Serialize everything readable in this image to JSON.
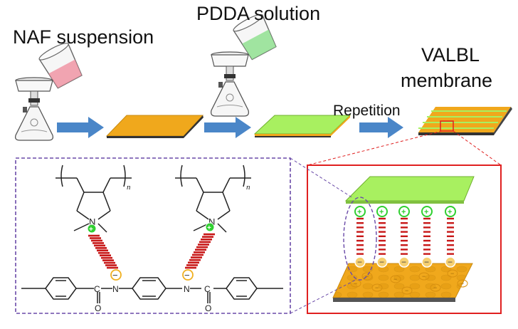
{
  "labels": {
    "naf_suspension": "NAF suspension",
    "pdda_solution": "PDDA solution",
    "valbl_line1": "VALBL",
    "valbl_line2": "membrane",
    "repetition": "Repetition"
  },
  "chem": {
    "repeat_n": "n",
    "atom_n": "N",
    "atom_o": "O",
    "atom_c": "C",
    "plus": "+",
    "minus": "−"
  },
  "colors": {
    "naf_layer": "#f0a81c",
    "pdda_layer": "#a8f060",
    "arrow_blue": "#4a86c8",
    "positive_green": "#30d030",
    "negative_orange": "#f0b020",
    "interaction_red": "#c81818",
    "zoom_box_red": "#e02020",
    "molecule_box_purple": "#6a4aa8",
    "pink_liquid": "#f090a0",
    "green_liquid": "#90e090"
  }
}
